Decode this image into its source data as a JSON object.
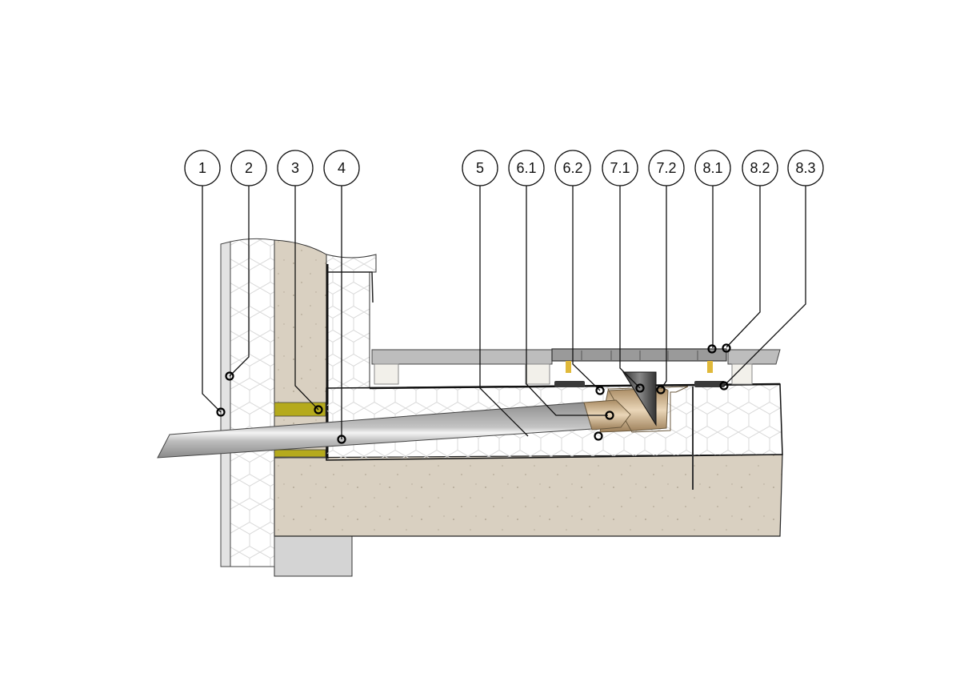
{
  "title": "Balcony drain section detail",
  "callouts": [
    {
      "label": "1"
    },
    {
      "label": "2"
    },
    {
      "label": "3"
    },
    {
      "label": "4"
    },
    {
      "label": "5"
    },
    {
      "label": "6.1"
    },
    {
      "label": "6.2"
    },
    {
      "label": "7.1"
    },
    {
      "label": "7.2"
    },
    {
      "label": "8.1"
    },
    {
      "label": "8.2"
    },
    {
      "label": "8.3"
    }
  ],
  "colors": {
    "concrete": "#d9d0c1",
    "insulation": "#ffffff",
    "seal": "#b5aa1c",
    "pipe": "#a9a9a9",
    "fitting": "#c9ab84",
    "tile": "#bdbdbd"
  }
}
